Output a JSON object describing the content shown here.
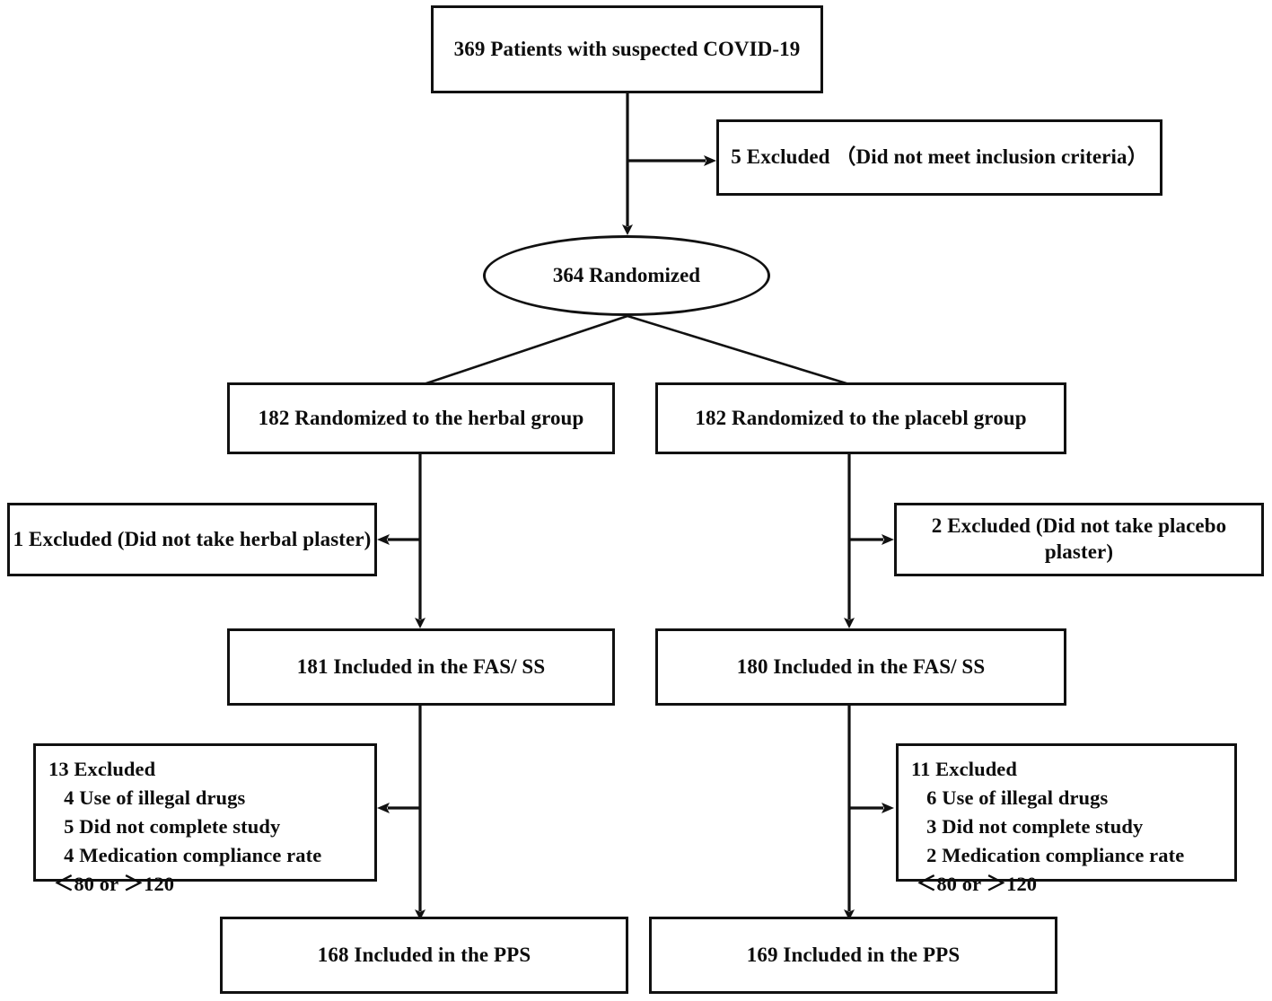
{
  "diagram": {
    "type": "consort-flow-diagram",
    "title": "CONSORT participant flow diagram",
    "colors": {
      "stroke": "#111111",
      "background": "#ffffff",
      "text": "#0d0d0d"
    }
  },
  "nodes": {
    "enrollment": {
      "label": "369 Patients with suspected COVID-19",
      "count": 369
    },
    "excluded_screening": {
      "label": "5 Excluded （Did not meet inclusion criteria）",
      "count": 5
    },
    "randomized": {
      "label": "364 Randomized",
      "count": 364
    },
    "herbal_allocation": {
      "label": "182 Randomized to the herbal group",
      "count": 182
    },
    "placebo_allocation": {
      "label": "182 Randomized to the placebl group",
      "count": 182
    },
    "herbal_excluded_allocation": {
      "label": "1 Excluded (Did not take herbal plaster)",
      "count": 1
    },
    "placebo_excluded_allocation": {
      "label": "2 Excluded (Did not take placebo plaster)",
      "count": 2
    },
    "herbal_fas": {
      "label": "181 Included in the FAS/ SS",
      "count": 181
    },
    "placebo_fas": {
      "label": "180 Included in the FAS/ SS",
      "count": 180
    },
    "herbal_excluded_pps": {
      "lines": [
        "13 Excluded",
        "   4 Use of illegal drugs",
        "   5 Did not complete study",
        "   4 Medication compliance rate",
        " ＜80 or ＞120"
      ],
      "count": 13
    },
    "placebo_excluded_pps": {
      "lines": [
        "11 Excluded",
        "   6 Use of illegal drugs",
        "   3 Did not complete study",
        "   2 Medication compliance rate",
        " ＜80 or ＞120"
      ],
      "count": 11
    },
    "herbal_pps": {
      "label": "168 Included in the PPS",
      "count": 168
    },
    "placebo_pps": {
      "label": "169 Included in the PPS",
      "count": 169
    }
  },
  "flow_data": {
    "type": "flowchart",
    "screened": 369,
    "excluded_before_randomization": 5,
    "randomized": 364,
    "arms": [
      {
        "name": "herbal",
        "allocated": 182,
        "excluded_allocation": 1,
        "fas_ss": 181,
        "excluded_pps_total": 13,
        "excluded_pps_reasons": [
          {
            "reason": "Use of illegal drugs",
            "n": 4
          },
          {
            "reason": "Did not complete study",
            "n": 5
          },
          {
            "reason": "Medication compliance rate ＜80 or ＞120",
            "n": 4
          }
        ],
        "pps": 168
      },
      {
        "name": "placebl",
        "allocated": 182,
        "excluded_allocation": 2,
        "fas_ss": 180,
        "excluded_pps_total": 11,
        "excluded_pps_reasons": [
          {
            "reason": "Use of illegal drugs",
            "n": 6
          },
          {
            "reason": "Did not complete study",
            "n": 3
          },
          {
            "reason": "Medication compliance rate ＜80 or ＞120",
            "n": 2
          }
        ],
        "pps": 169
      }
    ]
  }
}
